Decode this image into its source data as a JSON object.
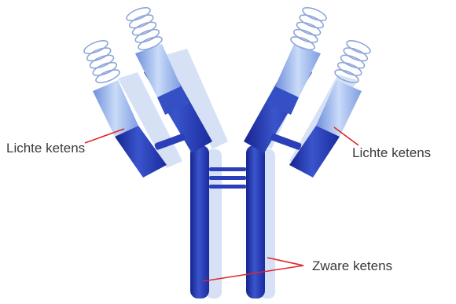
{
  "labels": {
    "light_chains_left": "Lichte ketens",
    "light_chains_right": "Lichte ketens",
    "heavy_chains": "Zware ketens"
  },
  "colors": {
    "chain_dark": "#1f2fa8",
    "chain_mid": "#3a55cc",
    "chain_light": "#9db8ee",
    "shadow": "#cfdcf5",
    "pointer_line": "#e0262b",
    "label_text": "#3a3a3a"
  }
}
